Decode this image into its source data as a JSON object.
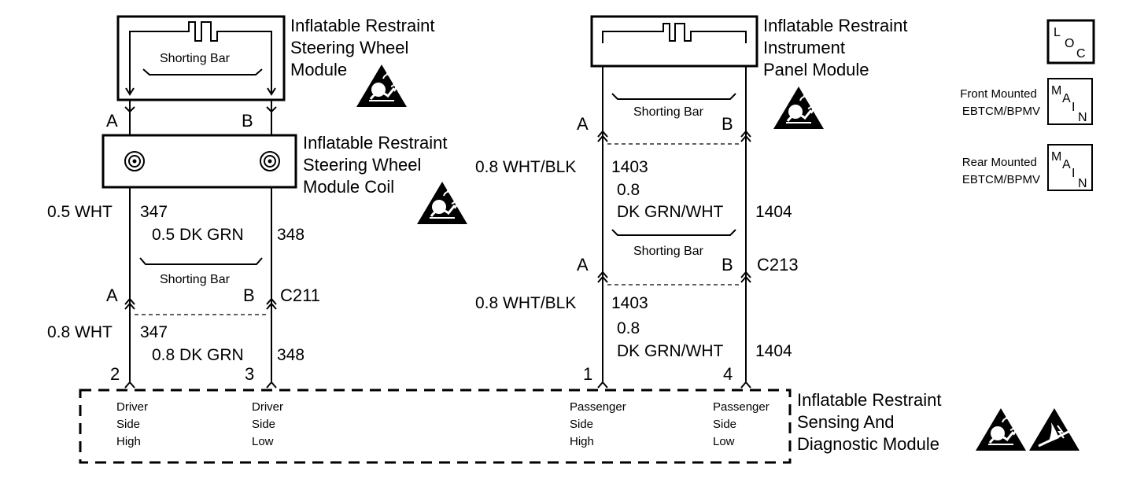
{
  "steering_wheel_module": {
    "title_lines": [
      "Inflatable Restraint",
      "Steering Wheel",
      "Module"
    ],
    "shorting_bar": "Shorting Bar",
    "pin_a": "A",
    "pin_b": "B"
  },
  "steering_wheel_coil": {
    "title_lines": [
      "Inflatable Restraint",
      "Steering Wheel",
      "Module Coil"
    ],
    "wire_a_color": "0.5 WHT",
    "wire_a_circuit": "347",
    "wire_b_color": "0.5 DK GRN",
    "wire_b_circuit": "348",
    "shorting_bar": "Shorting Bar",
    "pin_a": "A",
    "pin_b": "B",
    "connector": "C211"
  },
  "driver_lower": {
    "wire_a_color": "0.8 WHT",
    "wire_a_circuit": "347",
    "wire_b_color": "0.8 DK GRN",
    "wire_b_circuit": "348",
    "pin_left": "2",
    "pin_right": "3"
  },
  "instrument_panel_module": {
    "title_lines": [
      "Inflatable Restraint",
      "Instrument",
      "Panel Module"
    ],
    "shorting_bar": "Shorting Bar",
    "pin_a": "A",
    "pin_b": "B"
  },
  "passenger_upper": {
    "wire_a_color": "0.8 WHT/BLK",
    "wire_a_circuit": "1403",
    "wire_b_gauge": "0.8",
    "wire_b_color": "DK GRN/WHT",
    "wire_b_circuit": "1404",
    "shorting_bar": "Shorting Bar",
    "pin_a": "A",
    "pin_b": "B",
    "connector": "C213"
  },
  "passenger_lower": {
    "wire_a_color": "0.8 WHT/BLK",
    "wire_a_circuit": "1403",
    "wire_b_gauge": "0.8",
    "wire_b_color": "DK GRN/WHT",
    "wire_b_circuit": "1404",
    "pin_left": "1",
    "pin_right": "4"
  },
  "sdm": {
    "title_lines": [
      "Inflatable Restraint",
      "Sensing And",
      "Diagnostic Module"
    ],
    "terminals": [
      [
        "Driver",
        "Side",
        "High"
      ],
      [
        "Driver",
        "Side",
        "Low"
      ],
      [
        "Passenger",
        "Side",
        "High"
      ],
      [
        "Passenger",
        "Side",
        "Low"
      ]
    ]
  },
  "legend": {
    "loc_icon": "loc-icon",
    "front_label_lines": [
      "Front Mounted",
      "EBTCM/BPMV"
    ],
    "rear_label_lines": [
      "Rear Mounted",
      "EBTCM/BPMV"
    ],
    "main_icon": "main-icon"
  },
  "icons": {
    "airbag_warning": "airbag-warning-icon",
    "esd_warning": "esd-warning-icon"
  }
}
